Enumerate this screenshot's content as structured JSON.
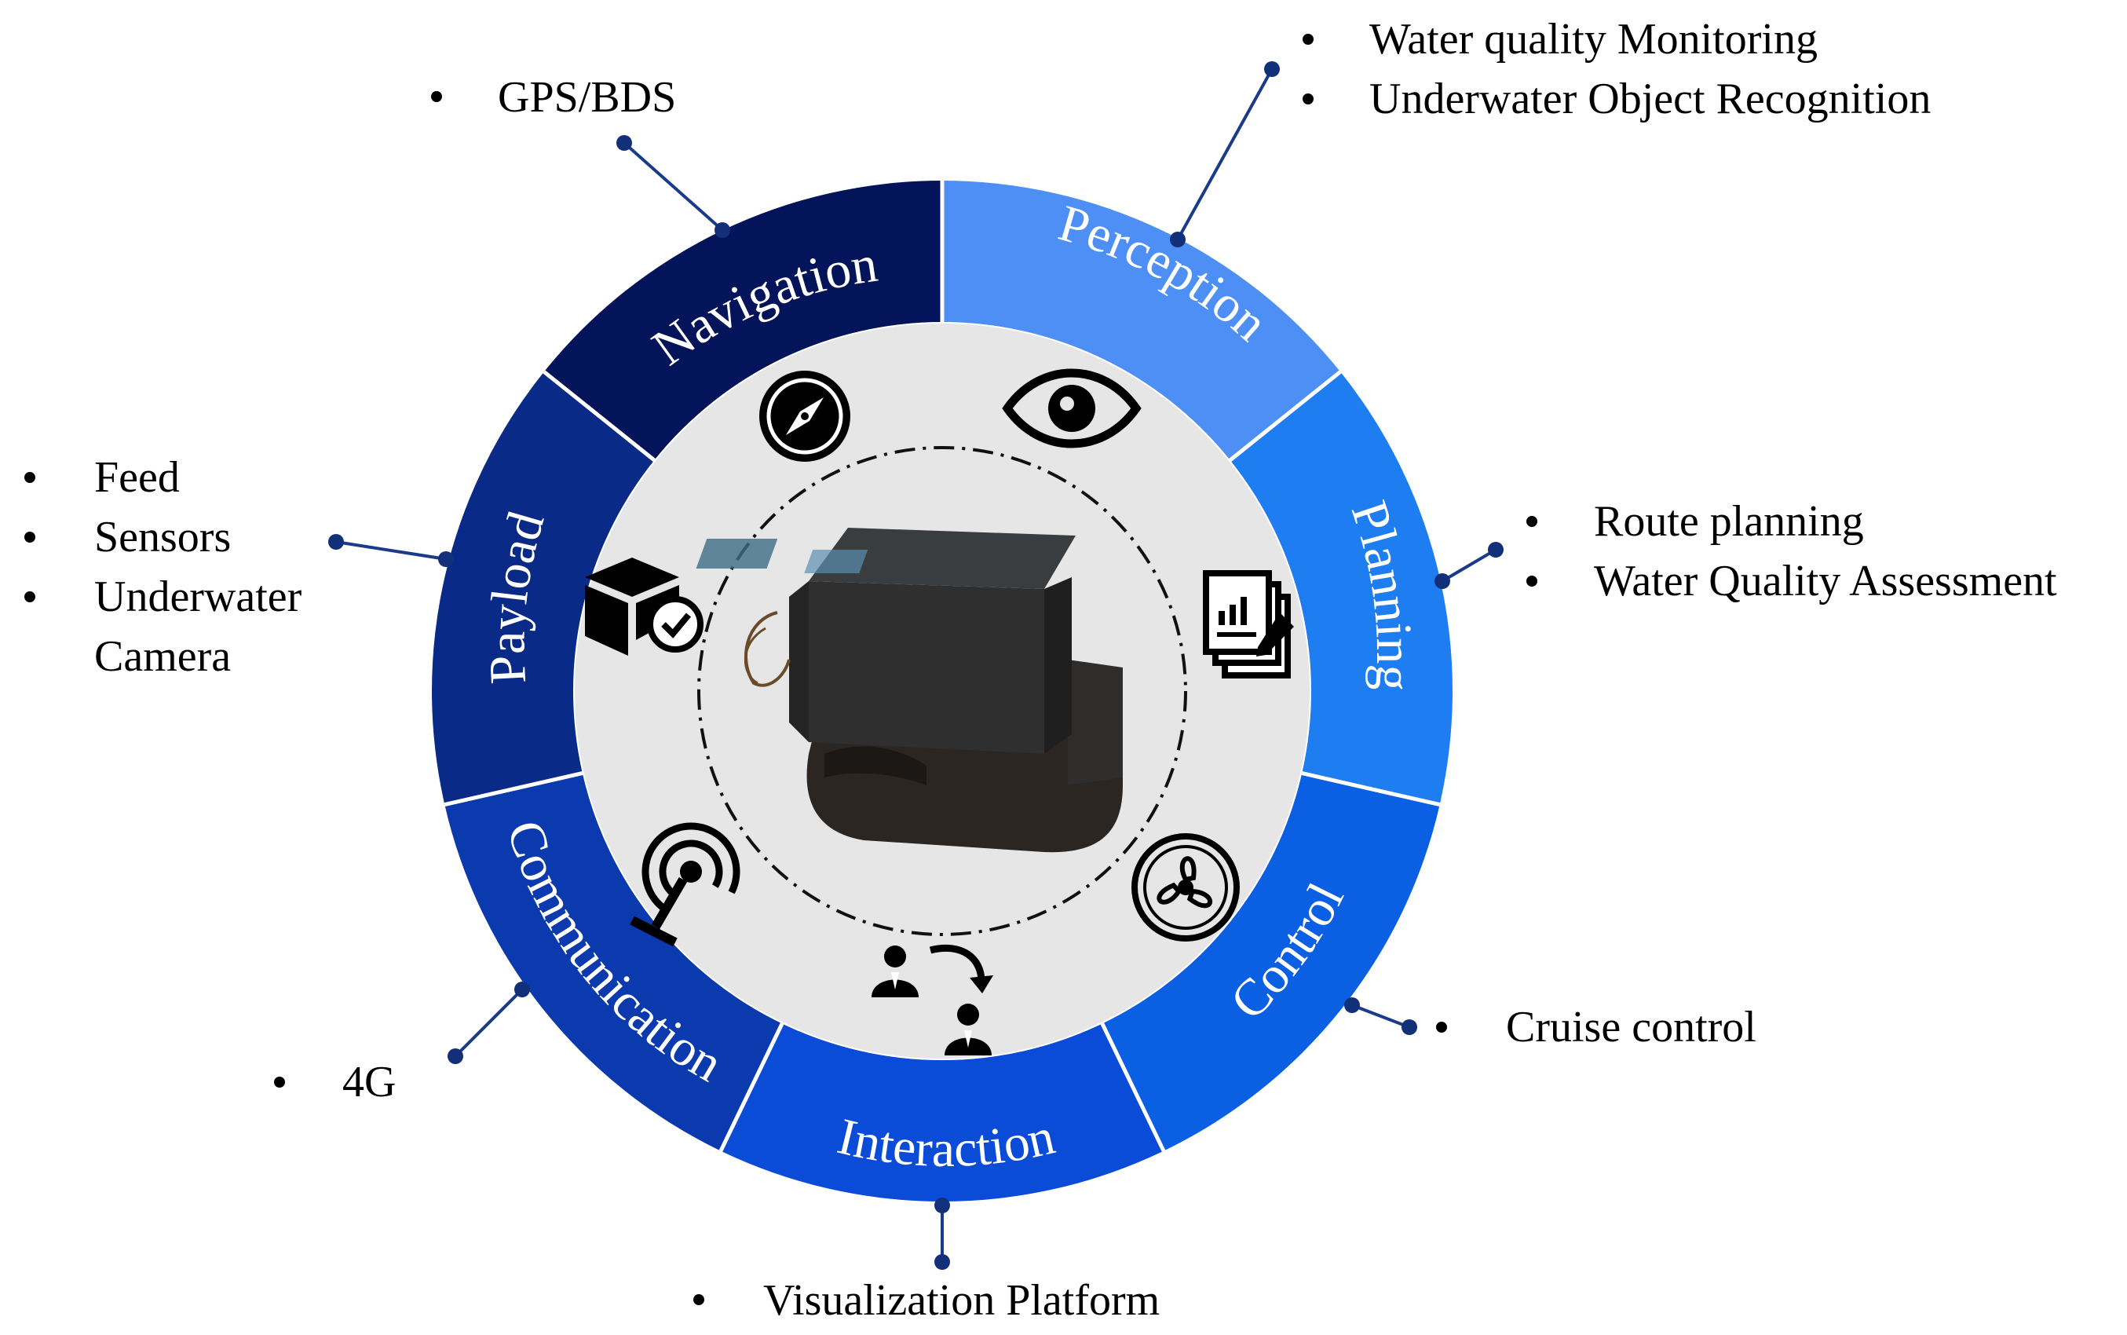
{
  "segments": [
    {
      "id": "navigation",
      "label": "Navigation",
      "color": "#04145a",
      "icon": "compass-icon",
      "items": [
        "GPS/BDS"
      ]
    },
    {
      "id": "perception",
      "label": "Perception",
      "color": "#4d8ff5",
      "icon": "eye-icon",
      "items": [
        "Water quality Monitoring",
        "Underwater Object Recognition"
      ]
    },
    {
      "id": "planning",
      "label": "Planning",
      "color": "#1f7df2",
      "icon": "report-icon",
      "items": [
        "Route planning",
        "Water Quality Assessment"
      ]
    },
    {
      "id": "control",
      "label": "Control",
      "color": "#0a5fe3",
      "icon": "fan-icon",
      "items": [
        "Cruise control"
      ]
    },
    {
      "id": "interaction",
      "label": "Interaction",
      "color": "#0a4bd8",
      "icon": "user-exchange-icon",
      "items": [
        "Visualization Platform"
      ]
    },
    {
      "id": "communication",
      "label": "Communication",
      "color": "#0b3aae",
      "icon": "antenna-icon",
      "items": [
        "4G"
      ]
    },
    {
      "id": "payload",
      "label": "Payload",
      "color": "#0a2a88",
      "icon": "package-check-icon",
      "items": [
        "Feed",
        "Sensors",
        "Underwater",
        "Camera"
      ]
    }
  ],
  "center": {
    "image": "unmanned-surface-vessel-photo",
    "fill": "#e6e6e6"
  }
}
